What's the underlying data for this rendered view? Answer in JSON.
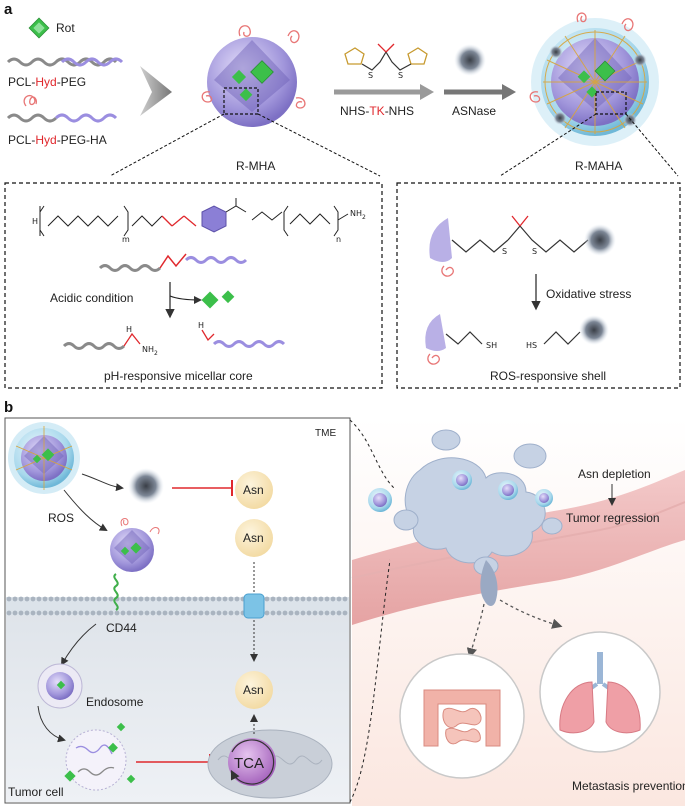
{
  "panel_a": {
    "letter": "a",
    "legend_rot": "Rot",
    "polymer1": {
      "prefix": "PCL-",
      "hyd": "Hyd",
      "suffix": "-PEG"
    },
    "polymer2": {
      "prefix": "PCL-",
      "hyd": "Hyd",
      "suffix": "-PEG-HA"
    },
    "linker": {
      "prefix": "NHS-",
      "tk": "TK",
      "suffix": "-NHS"
    },
    "enzyme_label": "ASNase",
    "micelle1_label": "R-MHA",
    "micelle2_label": "R-MAHA",
    "left_box": {
      "sub_m": "m",
      "sub_n": "n",
      "nh2": "NH",
      "nh2_sub": "2",
      "h": "H",
      "condition": "Acidic condition",
      "caption": "pH-responsive micellar core"
    },
    "right_box": {
      "stress": "Oxidative stress",
      "sh_left": "SH",
      "hs_right": "HS",
      "caption": "ROS-responsive shell"
    }
  },
  "panel_b": {
    "letter": "b",
    "tme": "TME",
    "ros": "ROS",
    "asn": "Asn",
    "cd44": "CD44",
    "endosome": "Endosome",
    "tca": "TCA",
    "tumor_cell": "Tumor cell",
    "asn_depletion": "Asn depletion",
    "tumor_regression": "Tumor regression",
    "metastasis": "Metastasis prevention"
  },
  "colors": {
    "hyd_red": "#e0282d",
    "micelle_purple": "#9d92d8",
    "rot_green": "#3cbf4a",
    "asn_yellow": "#f7e4b6",
    "tca_purple": "#b675c9"
  }
}
